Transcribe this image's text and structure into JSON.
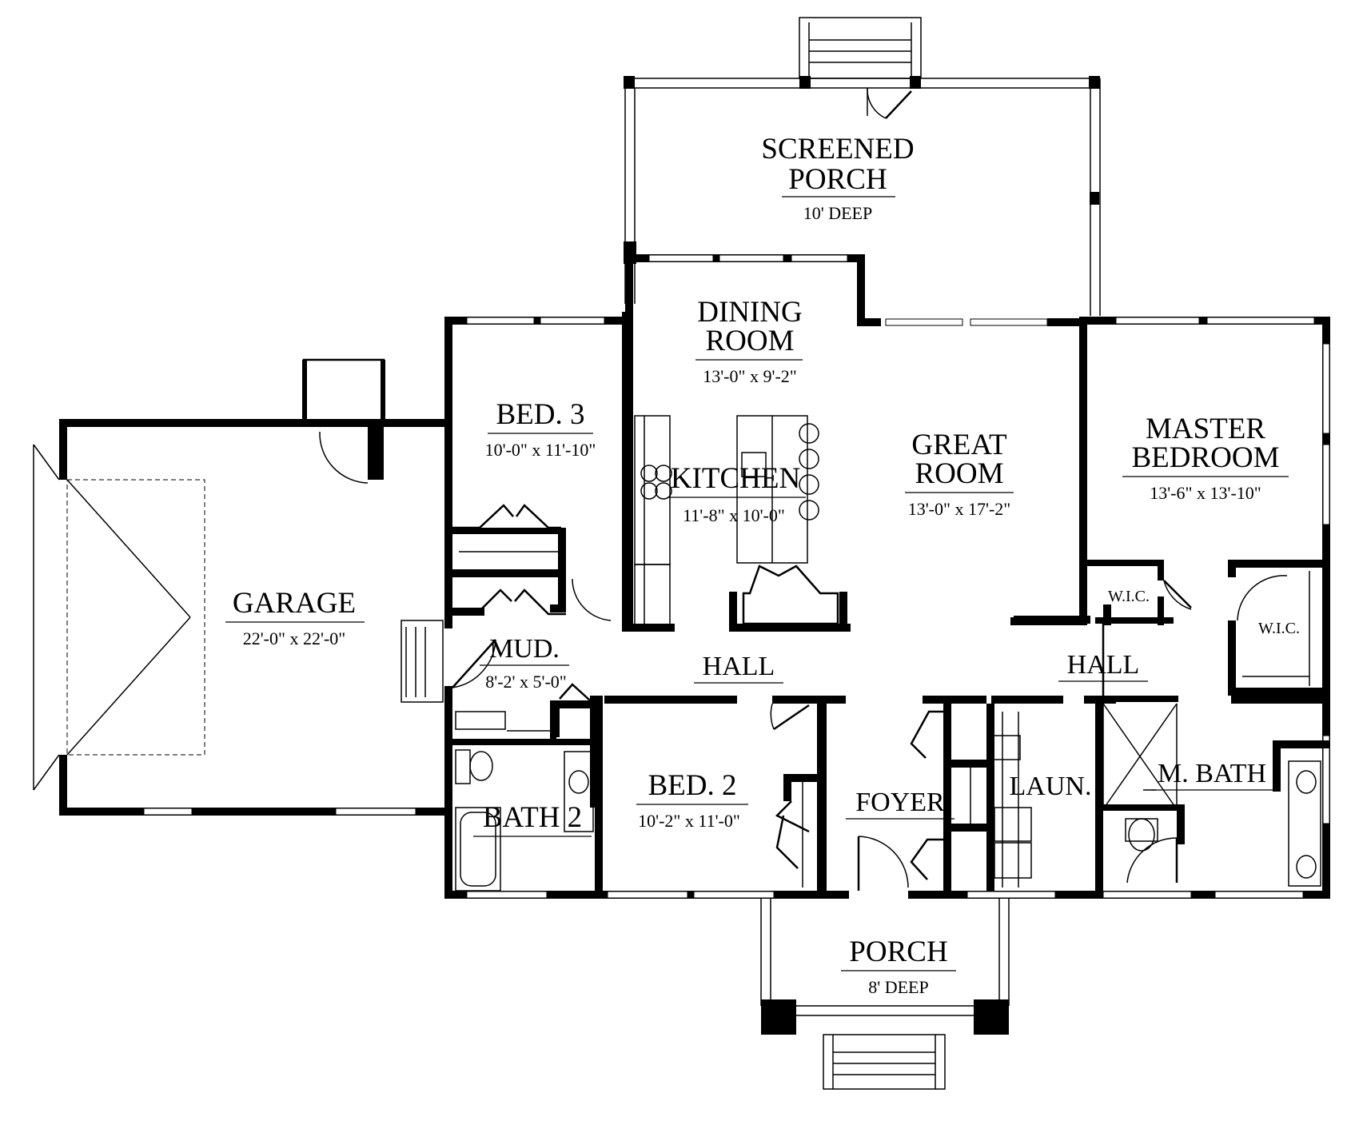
{
  "rooms": {
    "screened_porch": {
      "name_line1": "SCREENED",
      "name_line2": "PORCH",
      "dim": "10' DEEP"
    },
    "dining_room": {
      "name_line1": "DINING",
      "name_line2": "ROOM",
      "dim": "13'-0\" x 9'-2\""
    },
    "bed3": {
      "name": "BED. 3",
      "dim": "10'-0\" x 11'-10\""
    },
    "kitchen": {
      "name": "KITCHEN",
      "dim": "11'-8\" x 10'-0\""
    },
    "great_room": {
      "name_line1": "GREAT",
      "name_line2": "ROOM",
      "dim": "13'-0\" x 17'-2\""
    },
    "master_bedroom": {
      "name_line1": "MASTER",
      "name_line2": "BEDROOM",
      "dim": "13'-6\" x 13'-10\""
    },
    "garage": {
      "name": "GARAGE",
      "dim": "22'-0\" x 22'-0\""
    },
    "mud": {
      "name": "MUD.",
      "dim": "8'-2' x 5'-0\""
    },
    "hall_left": {
      "name": "HALL"
    },
    "hall_right": {
      "name": "HALL"
    },
    "wic_left": {
      "name": "W.I.C."
    },
    "wic_right": {
      "name": "W.I.C."
    },
    "bed2": {
      "name": "BED. 2",
      "dim": "10'-2\" x 11'-0\""
    },
    "bath2": {
      "name": "BATH 2"
    },
    "foyer": {
      "name": "FOYER"
    },
    "laundry": {
      "name": "LAUN."
    },
    "master_bath": {
      "name": "M. BATH"
    },
    "porch": {
      "name": "PORCH",
      "dim": "8' DEEP"
    }
  }
}
